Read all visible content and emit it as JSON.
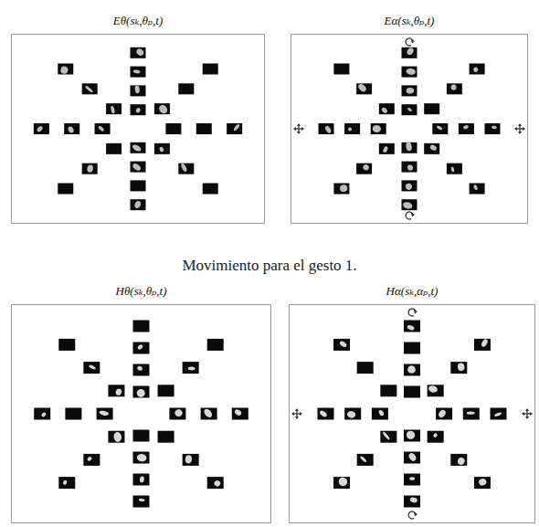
{
  "diagram": {
    "caption": "Movimiento para el gesto 1.",
    "nodes": [
      {
        "text": [
          "Eθ(sₖ,θₚ,t)"
        ]
      },
      {
        "text": [
          "Eα(sₖ,θₚ,t)"
        ]
      },
      {
        "text": [
          "Hθ(sₖ,θₚ,t)"
        ]
      },
      {
        "text": [
          "Hα(sₖ,αₚ,t)"
        ]
      }
    ]
  }
}
